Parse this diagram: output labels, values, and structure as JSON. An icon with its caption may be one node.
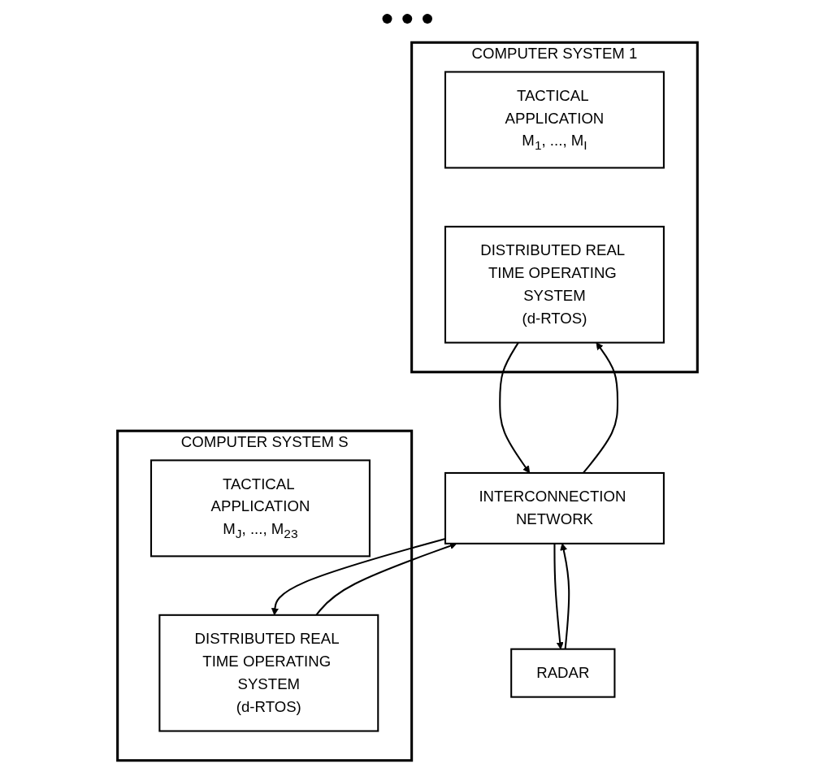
{
  "diagram": {
    "nodes": [
      {
        "text": [
          "COMPUTER SYSTEM 1"
        ]
      },
      {
        "text": [
          "TACTICAL APPLICATION",
          "M$_{1}$, ..., M$_{I}$"
        ],
        "in": 0
      },
      {
        "text": [
          "DISTRIBUTED REAL TIME OPERATING SYSTEM",
          "(d-RTOS)"
        ],
        "in": 0
      },
      {
        "text": [
          "COMPUTER SYSTEM S"
        ]
      },
      {
        "text": [
          "TACTICAL APPLICATION",
          "M$_{J}$, ..., M$_{23}$"
        ],
        "in": 3
      },
      {
        "text": [
          "DISTRIBUTED REAL TIME OPERATING SYSTEM",
          "(d-RTOS)"
        ],
        "in": 3
      },
      {
        "text": [
          "INTERCONNECTION NETWORK"
        ]
      },
      {
        "text": [
          "RADAR"
        ]
      }
    ],
    "edges": [
      {
        "from": 2,
        "to": 6,
        "arrow": "to"
      },
      {
        "from": 6,
        "to": 2,
        "arrow": "to"
      },
      {
        "from": 5,
        "to": 6,
        "arrow": "to"
      },
      {
        "from": 6,
        "to": 5,
        "arrow": "to"
      },
      {
        "from": 7,
        "to": 6,
        "arrow": "to"
      },
      {
        "from": 6,
        "to": 7,
        "arrow": "to"
      }
    ],
    "labels": [
      "● ● ●"
    ]
  }
}
